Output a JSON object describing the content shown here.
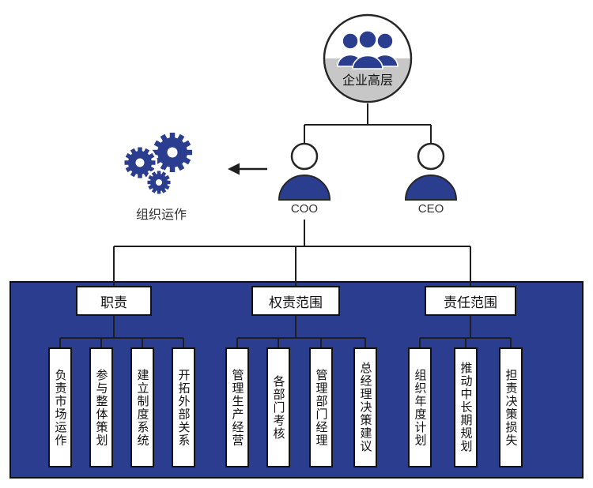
{
  "palette": {
    "primary": "#2b3d8f",
    "band_gray": "#c7c7c7",
    "line": "#1f1f1f"
  },
  "top_node": {
    "label": "企业高层"
  },
  "roles": {
    "coo": "COO",
    "ceo": "CEO"
  },
  "process": {
    "label": "组织运作"
  },
  "board": {
    "groups": [
      {
        "header": "职责",
        "items": [
          "负责市场运作",
          "参与整体策划",
          "建立制度系统",
          "开拓外部关系"
        ]
      },
      {
        "header": "权责范围",
        "items": [
          "管理生产经营",
          "各部门考核",
          "管理部门经理",
          "总经理决策建议"
        ]
      },
      {
        "header": "责任范围",
        "items": [
          "组织年度计划",
          "推动中长期规划",
          "担责决策损失"
        ]
      }
    ]
  }
}
